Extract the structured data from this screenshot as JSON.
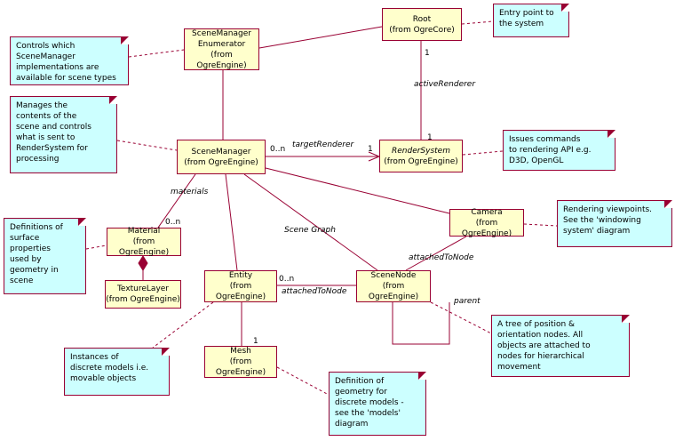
{
  "classes": {
    "root": {
      "name": "Root",
      "pkg": "(from OgreCore)"
    },
    "enumerator": {
      "name1": "SceneManager",
      "name2": "Enumerator",
      "pkg": "(from OgreEngine)"
    },
    "scenemanager": {
      "name": "SceneManager",
      "pkg": "(from OgreEngine)"
    },
    "rendersystem": {
      "name": "RenderSystem",
      "pkg": "(from OgreEngine)"
    },
    "material": {
      "name": "Material",
      "pkg": "(from OgreEngine)"
    },
    "texturelayer": {
      "name": "TextureLayer",
      "pkg": "(from OgreEngine)"
    },
    "entity": {
      "name": "Entity",
      "pkg": "(from OgreEngine)"
    },
    "scenenode": {
      "name": "SceneNode",
      "pkg": "(from OgreEngine)"
    },
    "camera": {
      "name": "Camera",
      "pkg": "(from OgreEngine)"
    },
    "mesh": {
      "name": "Mesh",
      "pkg": "(from OgreEngine)"
    }
  },
  "notes": {
    "root": "Entry point to\nthe system",
    "enumerator": "Controls which\nSceneManager\nimplementations are\navailable for scene types",
    "scenemanager": "Manages the\ncontents of the\nscene and controls\nwhat is sent to\nRenderSystem for\nprocessing",
    "rendersystem": "Issues commands\nto rendering API e.g.\nD3D, OpenGL",
    "material": "Definitions of\nsurface\nproperties\nused by\ngeometry in\nscene",
    "camera": "Rendering viewpoints.\nSee the 'windowing\nsystem' diagram",
    "scenenode": "A tree of position &\norientation nodes. All\nobjects are attached to\nnodes for hierarchical\nmovement",
    "entity": "Instances of\ndiscrete models i.e.\nmovable objects",
    "mesh": "Definition of\ngeometry for\ndiscrete models -\nsee the 'models'\ndiagram"
  },
  "labels": {
    "active_renderer": "activeRenderer",
    "target_renderer": "targetRenderer",
    "materials": "materials",
    "scene_graph": "Scene Graph",
    "attached_to_node_cam": "attachedToNode",
    "attached_to_node_ent": "attachedToNode",
    "parent": "parent",
    "mult_root_rs": "1",
    "mult_rs_top": "1",
    "mult_sm_target": "0..n",
    "mult_rs_left": "1",
    "mult_material": "0..n",
    "mult_entity": "0..n",
    "mult_mesh": "1"
  },
  "colors": {
    "class_fill": "#ffffcc",
    "note_fill": "#ccffff",
    "border": "#990033"
  }
}
